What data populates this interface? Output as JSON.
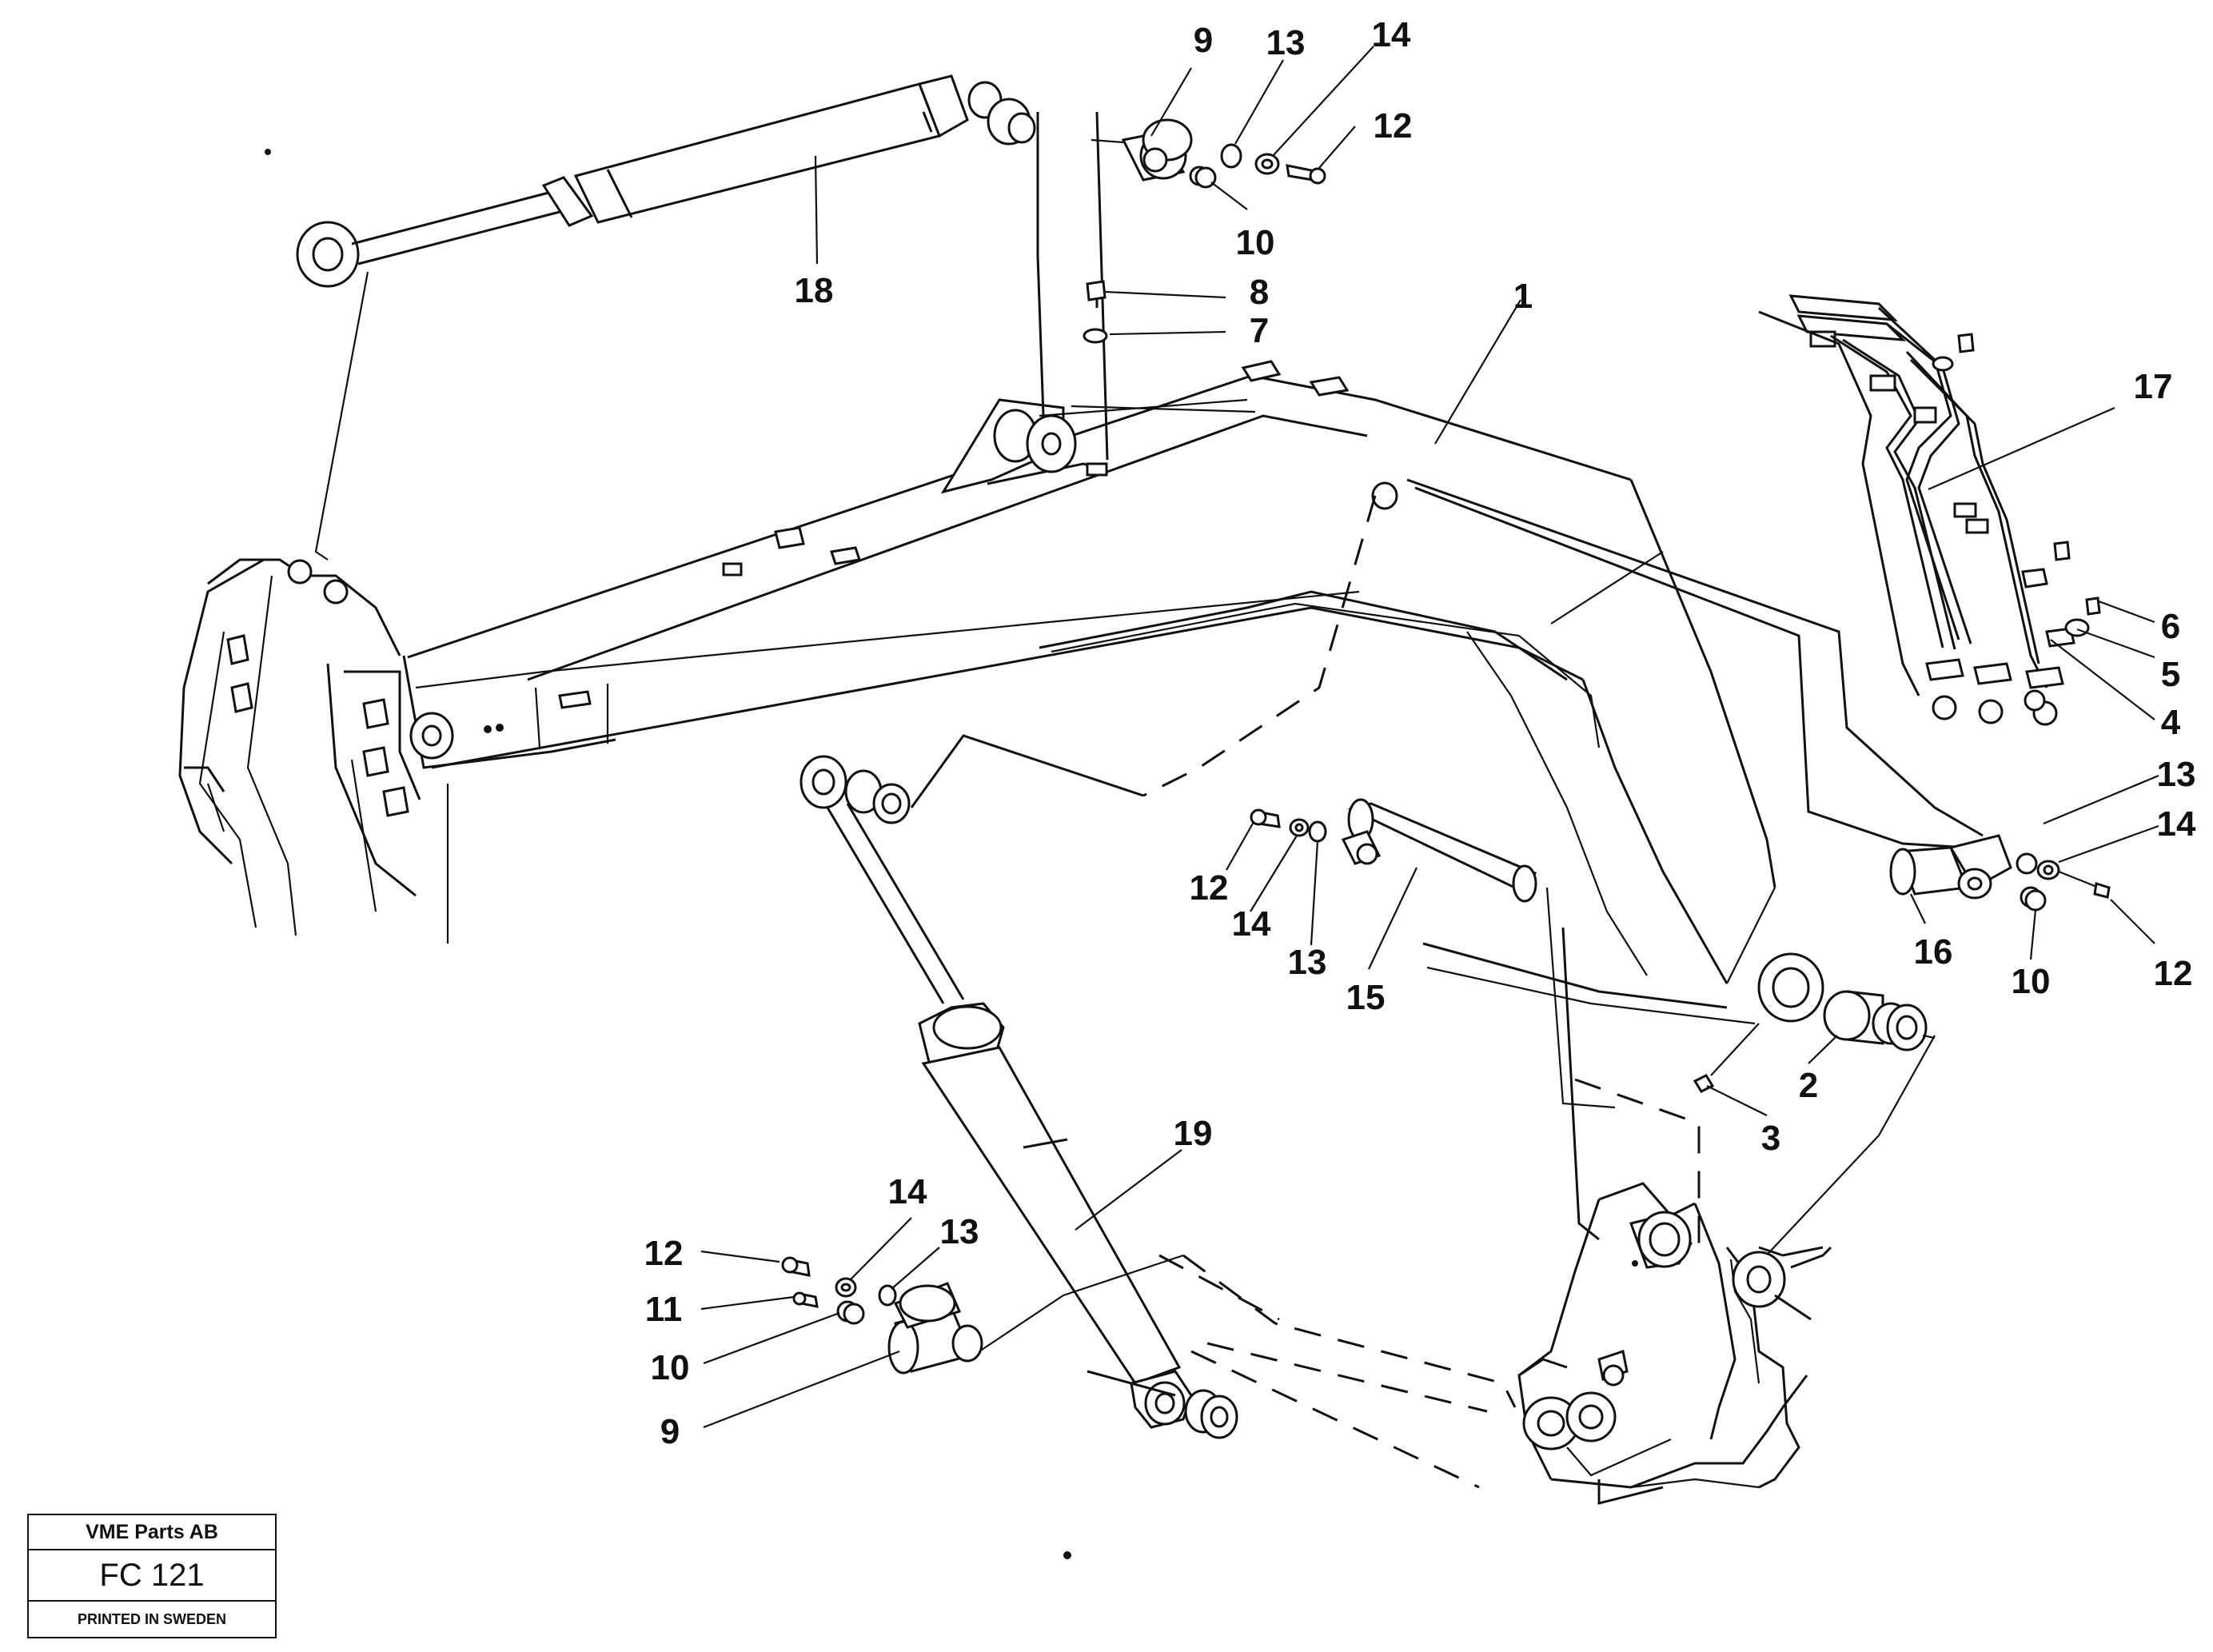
{
  "labels": {
    "l1": "1",
    "l2": "2",
    "l3": "3",
    "l4": "4",
    "l5": "5",
    "l6": "6",
    "l7": "7",
    "l8": "8",
    "l9": "9",
    "l10": "10",
    "l11": "11",
    "l12": "12",
    "l13": "13",
    "l14": "14",
    "l15": "15",
    "l16": "16",
    "l17": "17",
    "l18": "18",
    "l19": "19"
  },
  "title_block": {
    "company": "VME Parts AB",
    "code": "FC 121",
    "printed": "PRINTED IN SWEDEN"
  }
}
